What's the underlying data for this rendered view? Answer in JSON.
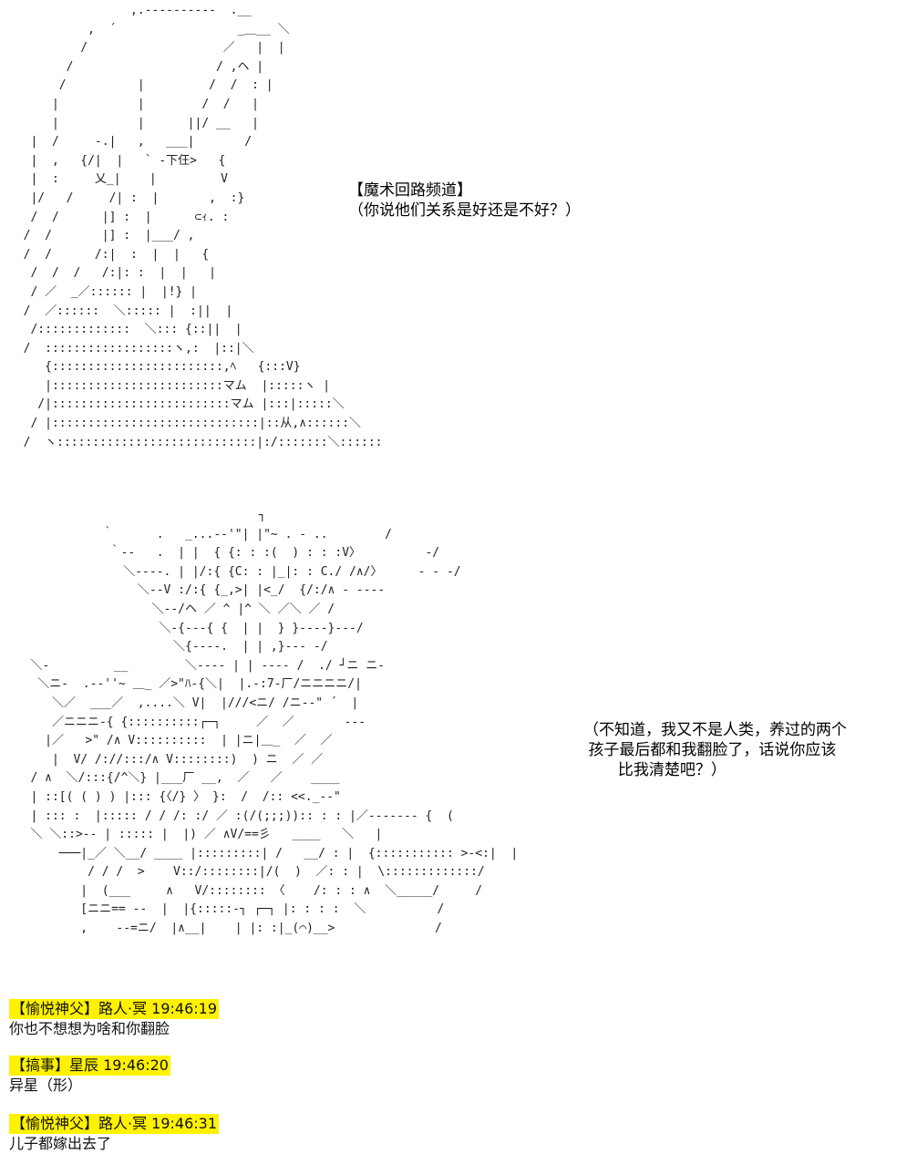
{
  "art_top": [
    "                 ,.-‐‐‐‐‐‐‐‐-  .__",
    "           ,  ´                 _＿__ ＼",
    "          /                   ／   |  |",
    "        /                    / ,ヘ |",
    "       /          |         /  /  : |",
    "      |           |        /  /   |",
    "      |           |      ||/ __   |",
    "   |  /     ‐.|   ,   ___|       /",
    "   |  ,   {/|  |   ` ‐下仼>   {",
    "   |  :     乂_|    |         V",
    "   |/   /     /| :  |       ,  :}",
    "   /  /      |] :  |      ⊂ｨ. :",
    "  /  /       |] :  |___/ ,",
    "  /  /      /:|  :  |  |   {",
    "   /  /  /   /:|: :  |  |   |",
    "   / ／  _／:::::: |  |!} |",
    "  /  ／::::::  ＼::::: |  :||  |",
    "   /:::::::::::::  ＼::: {::||  |",
    "  /  ::::::::::::::::::ヽ,:  |::|＼",
    "     {::::::::::::::::::::::::,ﾍ   {:::V}",
    "     |::::::::::::::::::::::::マム  |:::::ヽ |",
    "    /|:::::::::::::::::::::::::マム |:::|:::::＼",
    "   / |:::::::::::::::::::::::::::::|::从,∧::::::＼",
    "  /  ヽ::::::::::::::::::::::::::::|:/:::::::＼::::::"
  ],
  "caption_1": {
    "line_1": "【魔术回路频道】",
    "line_2": "（你说他们关系是好还是不好？）"
  },
  "art_bottom": [
    "                                   ┐",
    "             ｀      .   _...-‐'\"| |\"~ . ‐ ..        /",
    "              ｀‐-   .  | |  { {: : :(  ) : : :V〉         ‐/",
    "                ＼----. | |/:{ {C: : |_|: : C./ /∧/〉     - - ‐/",
    "                  ＼--V :/:{ {_,>| |<_/  {/:/∧ ‐ ----",
    "                    ＼--/ヘ ／ ^ |^ ＼ ／＼ ／ /",
    "                     ＼-{---{ {  | |  } }----}---/",
    "                       ＼{----.  | | ,}--- -/",
    "   ＼-         __        ＼---- | | ---- /  ./ ┘ニ ニ‐",
    "    ＼ニ‐  .-‐''~ ＿_ ／>\"ﾊ‐{＼|  |.-:7-厂/ニニニニ/|",
    "      ＼／  ___／  ,....＼ V|  |///<ニ/ /ニ-‐\" ´  |",
    "      ／ニニニ-{ {::::::::::┌─┐     ／  ／       ‐‐‐",
    "     |／   >\" /∧ V::::::::::  | |ニ|＿_  ／  ／",
    "      |  V/ /://:::/∧ V::::::::)  ) ニ  ／ ／",
    "   / ∧  ＼/:::{/^＼} |___厂 __,  ／   ／    ____",
    "   | ::[( ( ) ) |::: {〈/} 〉 }:  /  /:: <<._-‐\"",
    "   | ::: :  |::::: / / /: :/ ／ :(/(;;;)):: : : |／‐‐‐‐‐‐‐ {  (",
    "   ＼ ＼::>‐‐ | ::::: |  |) ／ ∧V/==彡   ____   ＼   |",
    "       ───|_／ ＼__/ ____ |:::::::::| /   __/ : |  {::::::::::: >‐<:|  |",
    "           / / /  >    V::/::::::::|/(  )  ／: : |  \\:::::::::::::/",
    "          |  (___     ∧   V/:::::::: 〈    /: : : ∧  ＼_____/     /",
    "          [ニニ== ‐‐  |  |{:::::‐┐ ┌─┐ |: : : :  ＼          /",
    "          ,    --=ニ/  |∧__|    | |: :|_(⌒)__>              /"
  ],
  "caption_2": {
    "line_1": "（不知道，我又不是人类，养过的两个",
    "line_2": " 孩子最后都和我翻脸了，话说你应该",
    "line_3": "       比我清楚吧？）"
  },
  "chat": [
    {
      "header": "【愉悦神父】路人·冥 19:46:19",
      "message": "你也不想想为啥和你翻脸"
    },
    {
      "header": "【搞事】星辰 19:46:20",
      "message": "异星（形）"
    },
    {
      "header": "【愉悦神父】路人·冥 19:46:31",
      "message": "儿子都嫁出去了"
    }
  ],
  "colors": {
    "highlight": "#fff200",
    "text": "#000000",
    "background": "#ffffff"
  }
}
